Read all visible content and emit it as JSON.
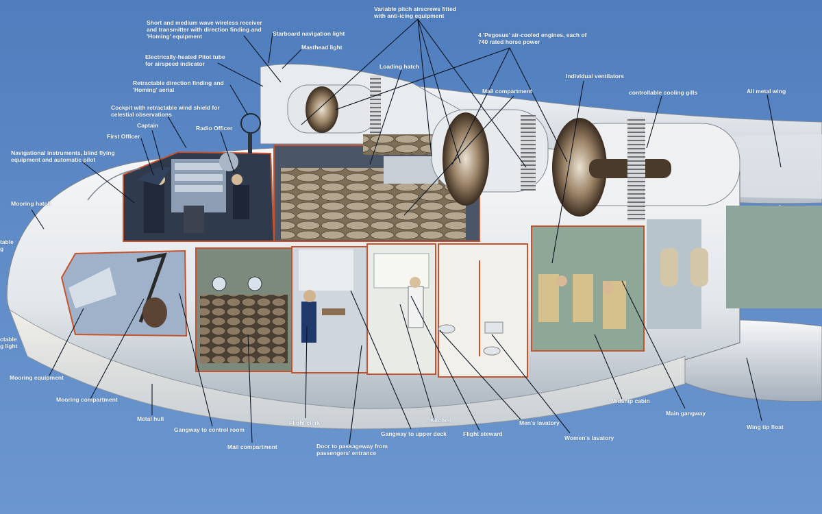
{
  "labels": {
    "wireless": "Short and medium wave wireless receiver\nand transmitter with direction finding and\n'Homing' equipment",
    "stbd_nav": "Starboard navigation light",
    "masthead": "Masthead light",
    "pitot": "Electrically-heated Pitot tube\nfor airspeed indicator",
    "retract_df": "Retractable direction finding and\n'Homing' aerial",
    "cockpit": "Cockpit with retractable wind shield for\ncelestial observations",
    "radio_officer": "Radio Officer",
    "captain": "Captain",
    "first_officer": "First Officer",
    "nav_instruments": "Navigational instruments, blind flying\nequipment and automatic pilot",
    "mooring_hatch": "Mooring hatch",
    "retractable_edge_top": "table\ng",
    "retractable_edge_bottom": "ctable\ng light",
    "mooring_equipment": "Mooring equipment",
    "mooring_compartment": "Mooring compartment",
    "metal_hull": "Metal hull",
    "gangway_control": "Gangway to control room",
    "mail_compartment_lower": "Mail compartment",
    "flight_clerk": "Flight clerk",
    "door_passageway": "Door to passageway from\npassengers' entrance",
    "gangway_upper": "Gangway to upper deck",
    "kitchen": "Kitchen",
    "flight_steward": "Flight steward",
    "mens_lavatory": "Men's lavatory",
    "womens_lavatory": "Women's lavatory",
    "midship_cabin": "Midship cabin",
    "main_gangway": "Main gangway",
    "wing_tip_float": "Wing tip float",
    "airscrews": "Variable pitch airscrews fitted\nwith anti-icing equipment",
    "engines": "4 'Pegosus' air-cooled engines, each of\n740 rated horse power",
    "loading_hatch": "Loading hatch",
    "mail_compartment_upper": "Mail compartment",
    "ventilators": "Individual ventilators",
    "cooling_gills": "controllable cooling gills",
    "all_metal_wing": "All metal wing"
  },
  "colors": {
    "sky": "#5b86c2",
    "hull_white": "#eef0f2",
    "hull_shadow": "#b9c2cc",
    "interior_red": "#c4532e",
    "cabin_green": "#7c9a8a",
    "mail_sack": "#8a7a62",
    "pointer": "#0b1322"
  }
}
